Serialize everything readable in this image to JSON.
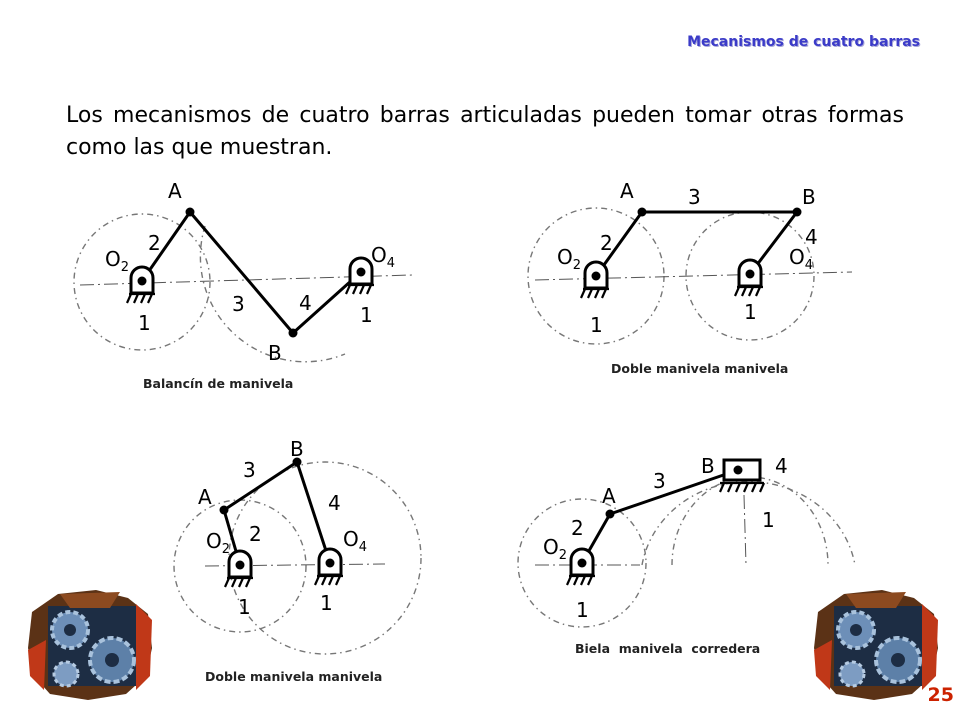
{
  "header": {
    "title": "Mecanismos de cuatro barras"
  },
  "intro_text": "Los mecanismos de cuatro barras articuladas pueden tomar otras formas como las que muestran.",
  "page_number": "25",
  "diagrams": [
    {
      "caption": "Balancín de manivela",
      "labels": {
        "A": "A",
        "B": "B",
        "O2": "O",
        "O2_sub": "2",
        "O4": "O",
        "O4_sub": "4",
        "link2": "2",
        "link3": "3",
        "link4": "4",
        "ground_left": "1",
        "ground_right": "1"
      }
    },
    {
      "caption": "Doble manivela manivela",
      "labels": {
        "A": "A",
        "B": "B",
        "O2": "O",
        "O2_sub": "2",
        "O4": "O",
        "O4_sub": "4",
        "link2": "2",
        "link3": "3",
        "link4": "4",
        "ground_left": "1",
        "ground_right": "1"
      }
    },
    {
      "caption": "Doble manivela manivela",
      "labels": {
        "A": "A",
        "B": "B",
        "O2": "O",
        "O2_sub": "2",
        "O4": "O",
        "O4_sub": "4",
        "link2": "2",
        "link3": "3",
        "link4": "4",
        "ground_left": "1",
        "ground_right": "1"
      }
    },
    {
      "caption": "Biela  manivela  corredera",
      "labels": {
        "A": "A",
        "B": "B",
        "O2": "O",
        "O2_sub": "2",
        "link2": "2",
        "link3": "3",
        "link4": "4",
        "ground_slider": "1",
        "ground_left": "1"
      }
    }
  ]
}
